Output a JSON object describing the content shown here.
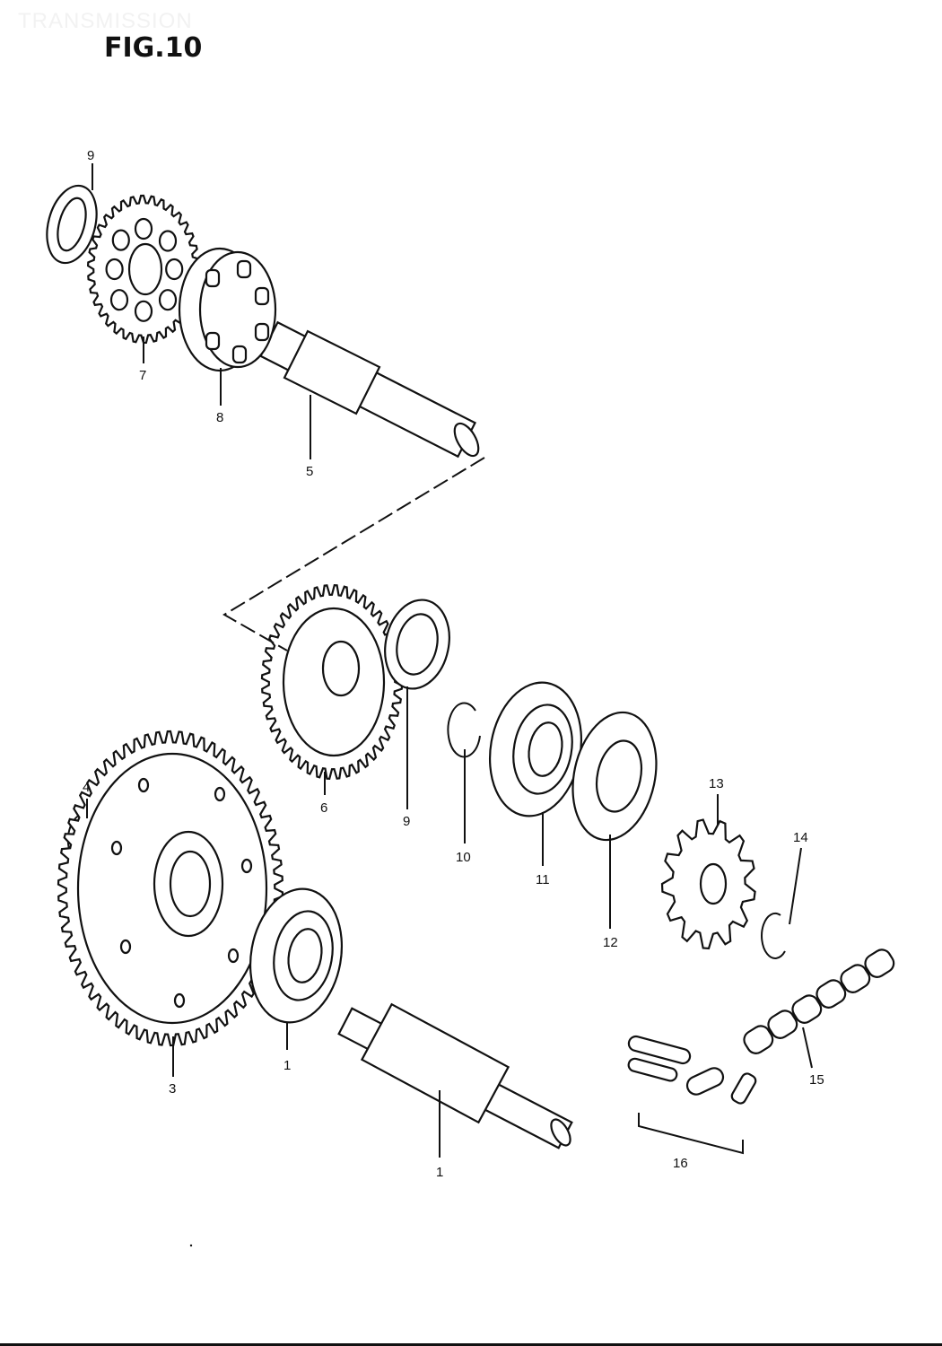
{
  "header": {
    "section_title": "TRANSMISSION",
    "figure_label": "FIG.10"
  },
  "callouts": {
    "washer_top": "9",
    "gear_7": "7",
    "hub_8": "8",
    "shaft_5": "5",
    "gear_6": "6",
    "washer_9": "9",
    "circlip_10": "10",
    "bearing_11": "11",
    "seal_12": "12",
    "sprocket_13": "13",
    "circlip_14": "14",
    "circlip_4": "4",
    "gear_3": "3",
    "bearing_1": "1",
    "shaft_1": "1",
    "chain_15": "15",
    "joint_16": "16"
  },
  "colors": {
    "ink": "#111111",
    "paper": "#ffffff"
  }
}
